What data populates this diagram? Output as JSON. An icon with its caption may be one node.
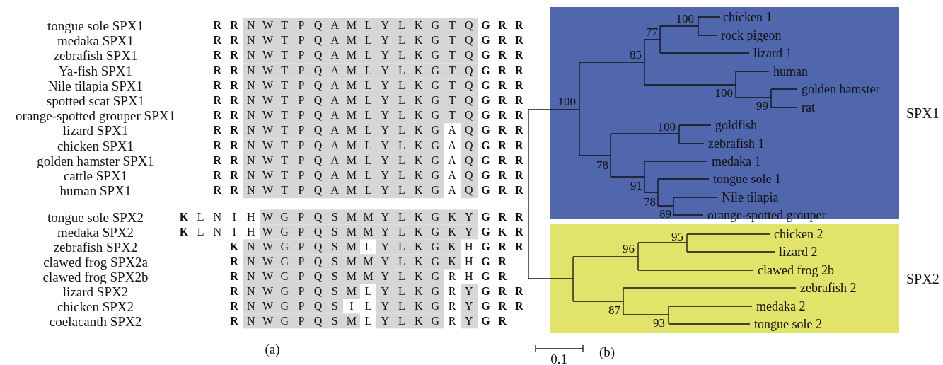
{
  "diagram": {
    "nodes": [
      {
        "text": [
          "SPX1"
        ]
      },
      {
        "text": [
          "SPX2"
        ]
      }
    ],
    "labels": [
      "tongue sole SPX1",
      "**R** **R** N W T P Q A M L Y L K G T Q **G** **R** **R**",
      "medaka SPX1",
      "**R** **R** N W T P Q A M L Y L K G T Q **G** **R** **R**",
      "zebrafish SPX1",
      "**R** **R** N W T P Q A M L Y L K G T Q **G** **R** **R**",
      "Ya-fish SPX1",
      "**R** **R** N W T P Q A M L Y L K G T Q **G** **R** **R**",
      "Nile tilapia SPX1",
      "**R** **R** N W T P Q A M L Y L K G T Q **G** **R** **R**",
      "spotted scat SPX1",
      "**R** **R** N W T P Q A M L Y L K G T Q **G** **R** **R**",
      "orange-spotted grouper SPX1",
      "**R** **R** N W T P Q A M L Y L K G T Q **G** **R** **R**",
      "lizard SPX1",
      "**R** **R** N W T P Q A M L Y L K G A Q **G** **R** **R**",
      "chicken SPX1",
      "**R** **R** N W T P Q A M L Y L K G A Q **G** **R** **R**",
      "golden hamster SPX1",
      "**R** **R** N W T P Q A M L Y L K G A Q **G** **R** **R**",
      "cattle SPX1",
      "**R** **R** N W T P Q A M L Y L K G A Q **G** **R** **R**",
      "human SPX1",
      "**R** **R** N W T P Q A M L Y L K G A Q **G** **R** **R**",
      "tongue sole SPX2",
      "**K** L N I H W G P Q S M M Y L K G K Y **G** **R** **R**",
      "medaka SPX2",
      "**K** L N I H W G P Q S M M Y L K G K Y **G** **K** **R**",
      "zebrafish SPX2",
      "**K** N W G P Q S M L Y L K G K H **G** **R** **R**",
      "clawed frog SPX2a",
      "**R** N W G P Q S M M Y L K G K H **G** **R**",
      "clawed frog SPX2b",
      "**R** N W G P Q S M M Y L K G R H **G** **R**",
      "lizard SPX2",
      "**R** N W G P Q S M L Y L K G R Y **G** **R** **R**",
      "chicken SPX2",
      "**R** N W G P Q S I L Y L K G R Y **G** **R** **R**",
      "coelacanth SPX2",
      "**R** N W G P Q S M L Y L K G R Y **G** **R**",
      "(a)",
      "100",
      "chicken 1",
      "77",
      "rock pigeon",
      "85",
      "lizard 1",
      "human",
      "golden hamster",
      "100",
      "99",
      "rat",
      "100",
      "100",
      "goldfish",
      "zebrafish 1",
      "78",
      "medaka 1",
      "tongue sole 1",
      "91",
      "78",
      "Nile tilapia",
      "89",
      "orange-spotted grouper",
      "95",
      "chicken 2",
      "96",
      "lizard 2",
      "clawed frog 2b",
      "zebrafish 2",
      "medaka 2",
      "87",
      "93",
      "tongue sole 2",
      "0.1",
      "(b)"
    ]
  }
}
